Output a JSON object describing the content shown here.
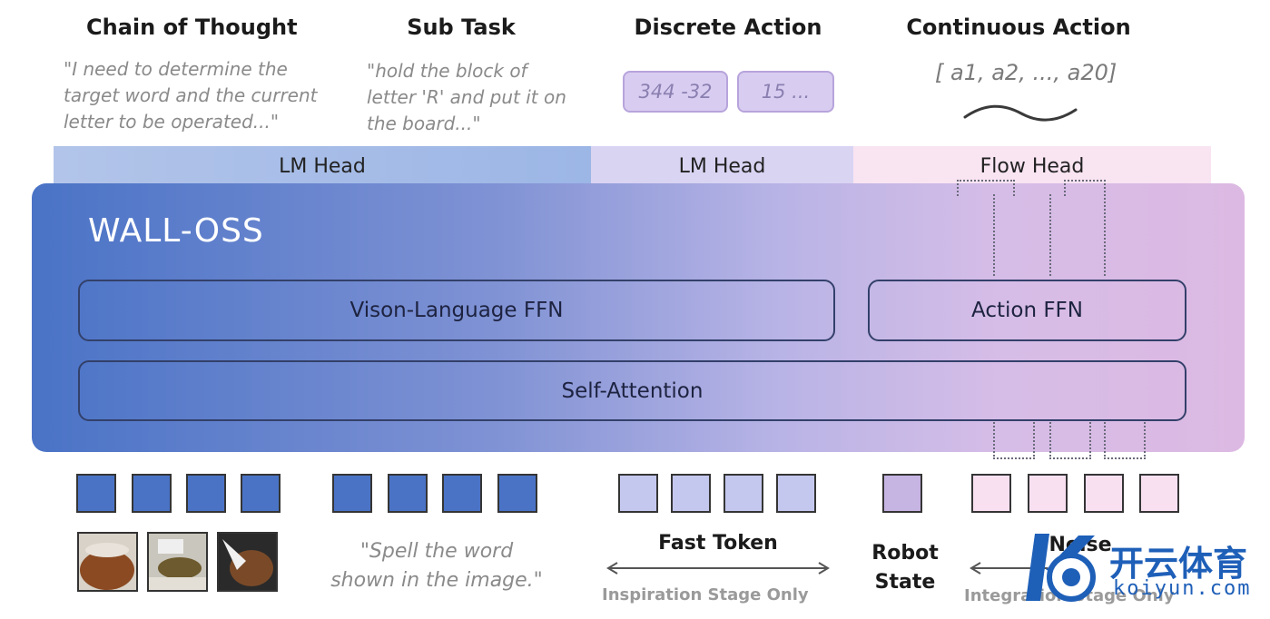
{
  "columns": [
    {
      "title": "Chain of Thought",
      "text": [
        "\"I need to determine the",
        "target word and the current",
        "letter to be operated...\""
      ]
    },
    {
      "title": "Sub Task",
      "text": [
        "\"hold the block of",
        "letter 'R' and put it on",
        "the board...\""
      ]
    },
    {
      "title": "Discrete Action",
      "chips": [
        "344 -32",
        "15 ..."
      ]
    },
    {
      "title": "Continuous Action",
      "text": [
        "[ a1, a2, ..., a20]"
      ]
    }
  ],
  "heads": [
    "LM Head",
    "LM Head",
    "Flow Head"
  ],
  "model": {
    "name": "WALL-OSS",
    "vl_ffn": "Vison-Language FFN",
    "action_ffn": "Action FFN",
    "self_attention": "Self-Attention"
  },
  "bottom": {
    "prompt": [
      "\"Spell the word",
      "shown in the image.\""
    ],
    "fast_token": {
      "title": "Fast Token",
      "sub": "Inspiration Stage Only"
    },
    "robot_state": [
      "Robot",
      "State"
    ],
    "noise": {
      "title": "Noise",
      "sub": "Integration Stage Only"
    }
  },
  "watermark": {
    "cn": "开云体育",
    "en": "koiyun.com"
  },
  "colors": {
    "vl_blue": "#4a73c6",
    "fast_token": "#c4c8ee",
    "robot_state": "#c6b4e3",
    "noise": "#f8e0f1",
    "watermark": "#1e5fb8"
  }
}
